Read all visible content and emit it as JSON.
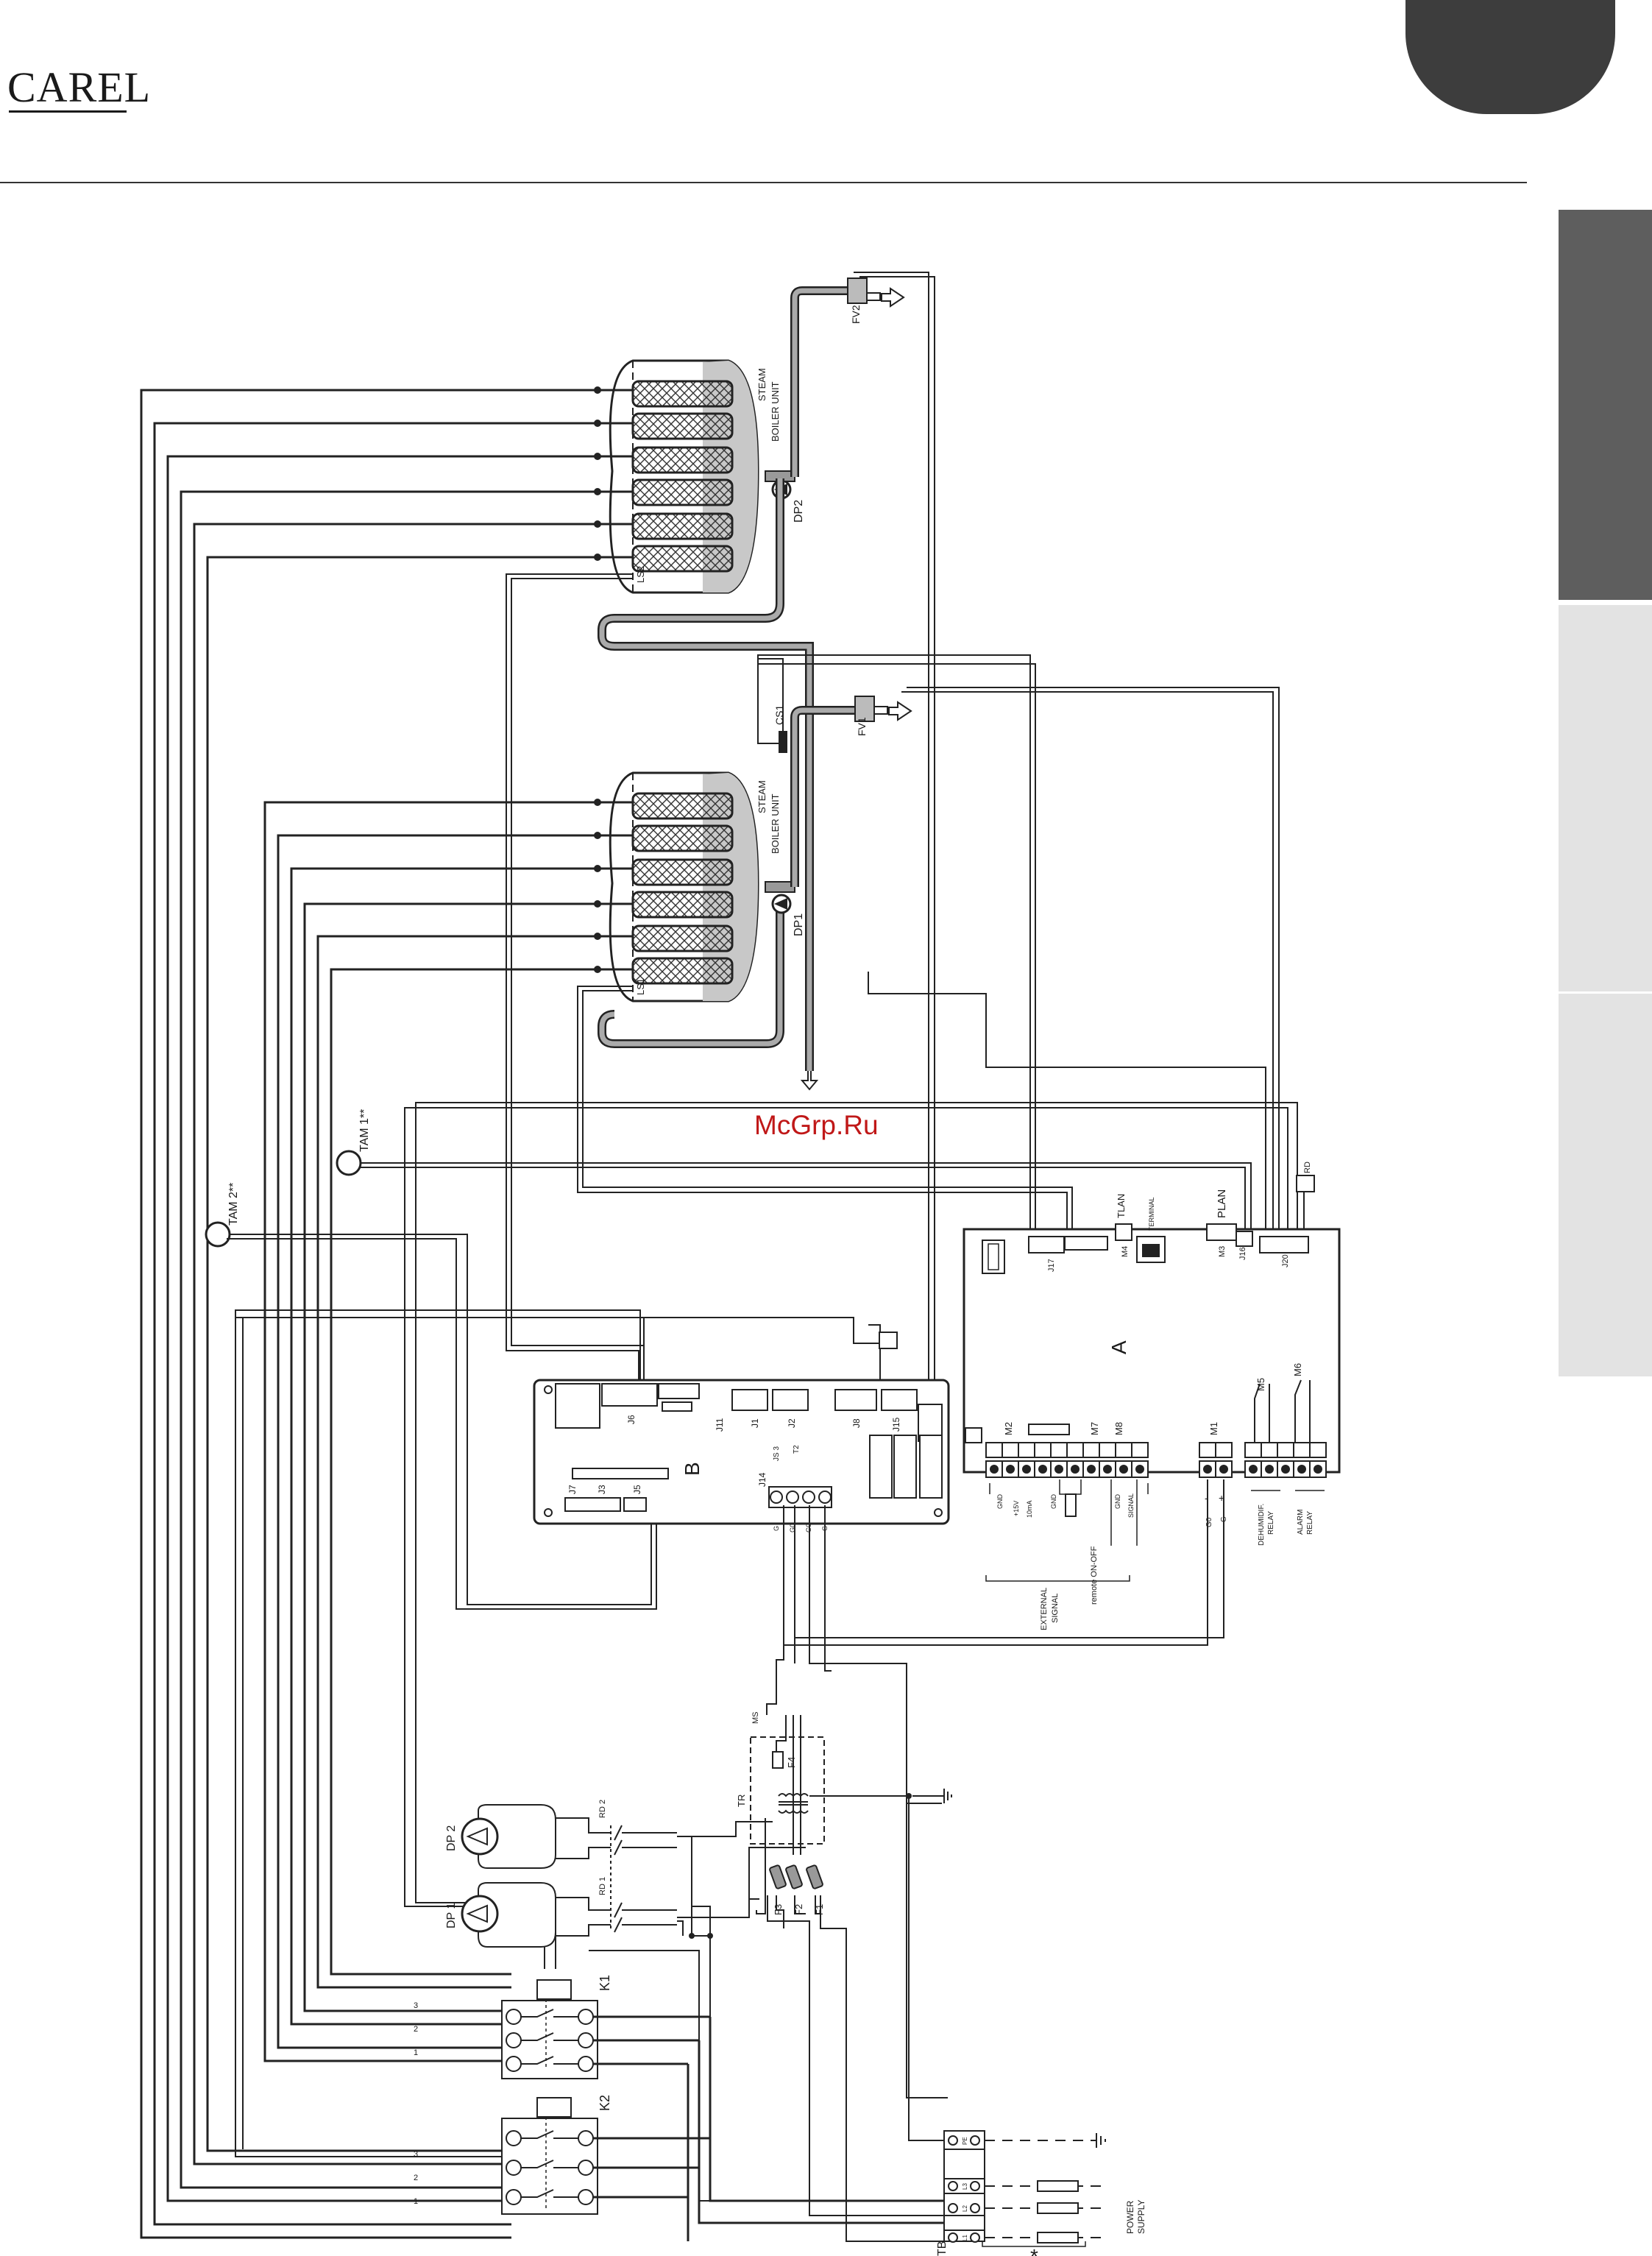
{
  "brand": "CAREL",
  "watermark": "McGrp.Ru",
  "boilers": {
    "unit_text_1": "STEAM",
    "unit_text_2": "BOILER UNIT",
    "upper_level_sensor": "LS2",
    "lower_level_sensor": "LS1"
  },
  "valves": {
    "fill_valve_2": "FV2",
    "fill_valve_1": "FV1",
    "conductivity_sensor": "CS1"
  },
  "pumps": {
    "drain_pump_2": "DP2",
    "drain_pump_1": "DP1",
    "dp2_motor": "DP 2",
    "dp1_motor": "DP 1",
    "relay_2": "RD 2",
    "relay_1": "RD 1"
  },
  "ammeters": {
    "tam1": "TAM 1**",
    "tam2": "TAM 2**"
  },
  "board_a": {
    "name": "A",
    "tlan": "TLAN",
    "terminal": "TERMINAL",
    "plan": "PLAN",
    "j17": "J17",
    "j16": "J16",
    "j20": "J20",
    "m4": "M4",
    "m3": "M3",
    "m2": "M2",
    "m7": "M7",
    "m8": "M8",
    "m1": "M1",
    "m5": "M5",
    "m6": "M6",
    "rd": "RD",
    "external_signal_1": "EXTERNAL",
    "external_signal_2": "SIGNAL",
    "remote": "remote ON-OFF",
    "dehum_1": "DEHUMIDIF.",
    "dehum_2": "RELAY",
    "alarm_1": "ALARM",
    "alarm_2": "RELAY",
    "pins_m2": [
      "GND",
      "+15V",
      "10mA",
      "",
      "GND",
      "",
      "",
      "GND",
      "SIGNAL"
    ],
    "pins_m1": [
      "G0",
      "G"
    ]
  },
  "board_b": {
    "name": "B",
    "j6": "J6",
    "j11": "J11",
    "j1": "J1",
    "j2": "J2",
    "j8": "J8",
    "j15": "J15",
    "j7": "J7",
    "j3": "J3",
    "j5": "J5",
    "j14": "J14",
    "js3": "JS 3",
    "t2": "T2",
    "pins_j14": [
      "G",
      "G0",
      "G0",
      "G"
    ]
  },
  "power": {
    "transformer": "TR",
    "ms": "MS",
    "f1": "F1",
    "f2": "F2",
    "f3": "F3",
    "f4": "F4",
    "k1": "K1",
    "k2": "K2",
    "tb": "TB",
    "supply_1": "POWER",
    "supply_2": "SUPPLY",
    "note": "*",
    "contact_numbers": [
      "1",
      "2",
      "3"
    ],
    "terminals": [
      "PE",
      "L3",
      "L2",
      "L1"
    ]
  }
}
